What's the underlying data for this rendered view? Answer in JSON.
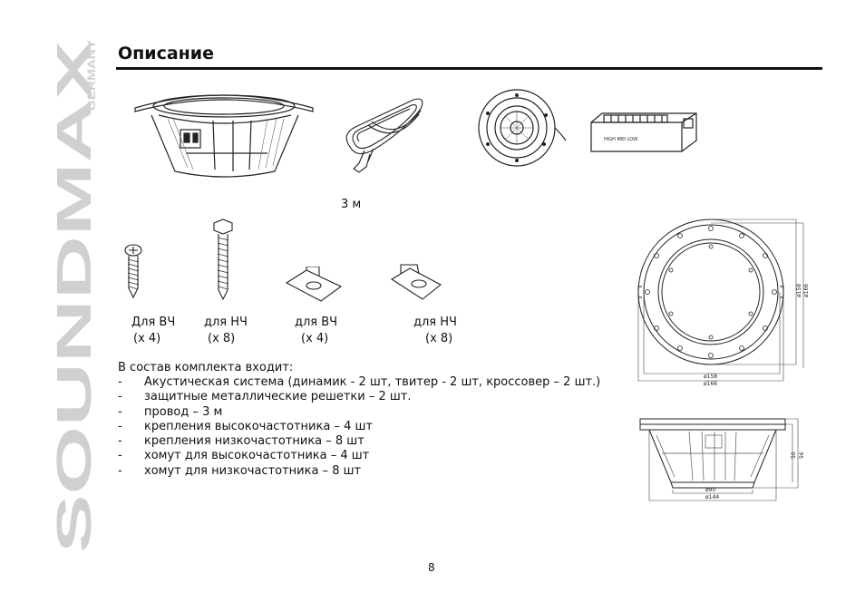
{
  "brand": {
    "name": "SOUNDMAX",
    "sub": "GERMANY"
  },
  "title": "Описание",
  "captions": {
    "wire_length": "3 м",
    "fasteners": [
      {
        "label": "Для ВЧ",
        "qty": "(x 4)"
      },
      {
        "label": "для НЧ",
        "qty": "(x 8)"
      },
      {
        "label": "для ВЧ",
        "qty": "(x 4)"
      },
      {
        "label": "для НЧ",
        "qty": "(x 8)"
      }
    ]
  },
  "crossover_text": "HIGH  MID  LOW",
  "dimensions": {
    "front": {
      "d1": "ø158",
      "d2": "ø166"
    },
    "side": {
      "w1": "ø90",
      "w2": "ø144",
      "h1": "50",
      "h2": "56"
    }
  },
  "kit": {
    "intro": "В состав комплекта входит:",
    "items": [
      "Акустическая система (динамик - 2 шт, твитер - 2 шт, кроссовер – 2 шт.)",
      "защитные металлические решетки – 2 шт.",
      "провод – 3 м",
      "крепления высокочастотника – 4 шт",
      "крепления низкочастотника – 8 шт",
      "хомут для высокочастотника – 4 шт",
      "хомут для низкочастотника – 8 шт"
    ]
  },
  "page_number": "8"
}
